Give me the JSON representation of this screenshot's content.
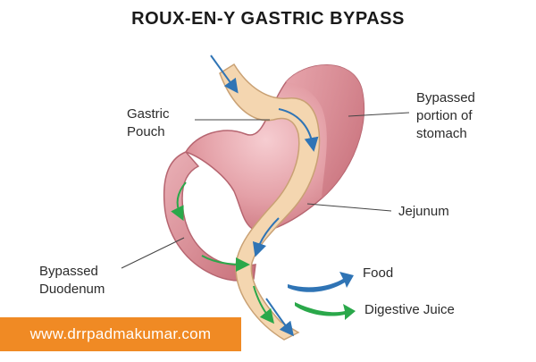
{
  "title": "ROUX-EN-Y GASTRIC BYPASS",
  "labels": {
    "gastric_pouch_line1": "Gastric",
    "gastric_pouch_line2": "Pouch",
    "bypassed_stomach_line1": "Bypassed",
    "bypassed_stomach_line2": "portion of",
    "bypassed_stomach_line3": "stomach",
    "jejunum": "Jejunum",
    "bypassed_duodenum_line1": "Bypassed",
    "bypassed_duodenum_line2": "Duodenum"
  },
  "legend": {
    "food": "Food",
    "digestive_juice": "Digestive Juice"
  },
  "colors": {
    "food_arrow": "#2f74b5",
    "juice_arrow": "#2aa84a",
    "stomach": "#d98d94",
    "pouch_and_jejunum": "#f4d6b0",
    "website_banner": "#f08a24"
  },
  "website": "www.drrpadmakumar.com"
}
